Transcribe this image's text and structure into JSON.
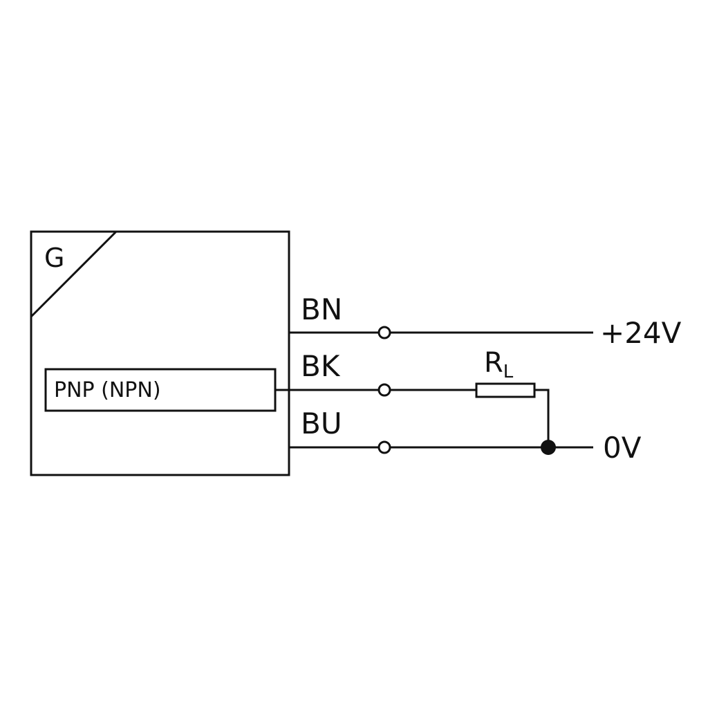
{
  "sensor": {
    "type_label": "G",
    "output_label": "PNP (NPN)"
  },
  "wires": [
    {
      "code": "BN"
    },
    {
      "code": "BK"
    },
    {
      "code": "BU"
    }
  ],
  "supply": {
    "positive": "+24V",
    "zero": "0V"
  },
  "load": {
    "label_main": "R",
    "label_sub": "L"
  },
  "colors": {
    "line": "#111111",
    "background": "#ffffff"
  }
}
